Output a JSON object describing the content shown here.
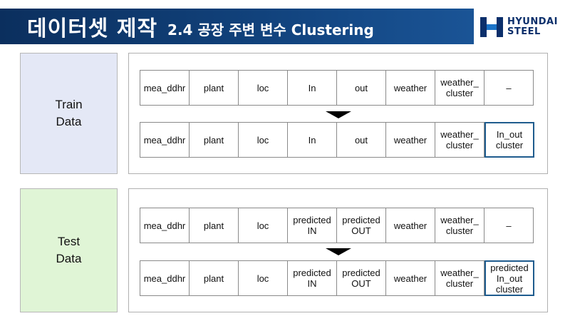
{
  "header": {
    "title": "데이터셋 제작",
    "subtitle": "2.4 공장 주변 변수 Clustering"
  },
  "logo": {
    "line1": "HYUNDAI",
    "line2": "STEEL",
    "color": "#0b2f6b"
  },
  "train": {
    "label_line1": "Train",
    "label_line2": "Data",
    "row1": [
      "mea_ddhr",
      "plant",
      "loc",
      "In",
      "out",
      "weather",
      "weather_\ncluster",
      "–"
    ],
    "row2": [
      "mea_ddhr",
      "plant",
      "loc",
      "In",
      "out",
      "weather",
      "weather_\ncluster",
      "In_out\ncluster"
    ]
  },
  "test": {
    "label_line1": "Test",
    "label_line2": "Data",
    "row1": [
      "mea_ddhr",
      "plant",
      "loc",
      "predicted\nIN",
      "predicted\nOUT",
      "weather",
      "weather_\ncluster",
      "–"
    ],
    "row2": [
      "mea_ddhr",
      "plant",
      "loc",
      "predicted\nIN",
      "predicted\nOUT",
      "weather",
      "weather_\ncluster",
      "predicted\nIn_out\ncluster"
    ]
  },
  "colors": {
    "title_bar": "#11427c",
    "train_bg": "#e4e8f6",
    "test_bg": "#e0f5d6",
    "highlight_border": "#1f5c8e"
  }
}
